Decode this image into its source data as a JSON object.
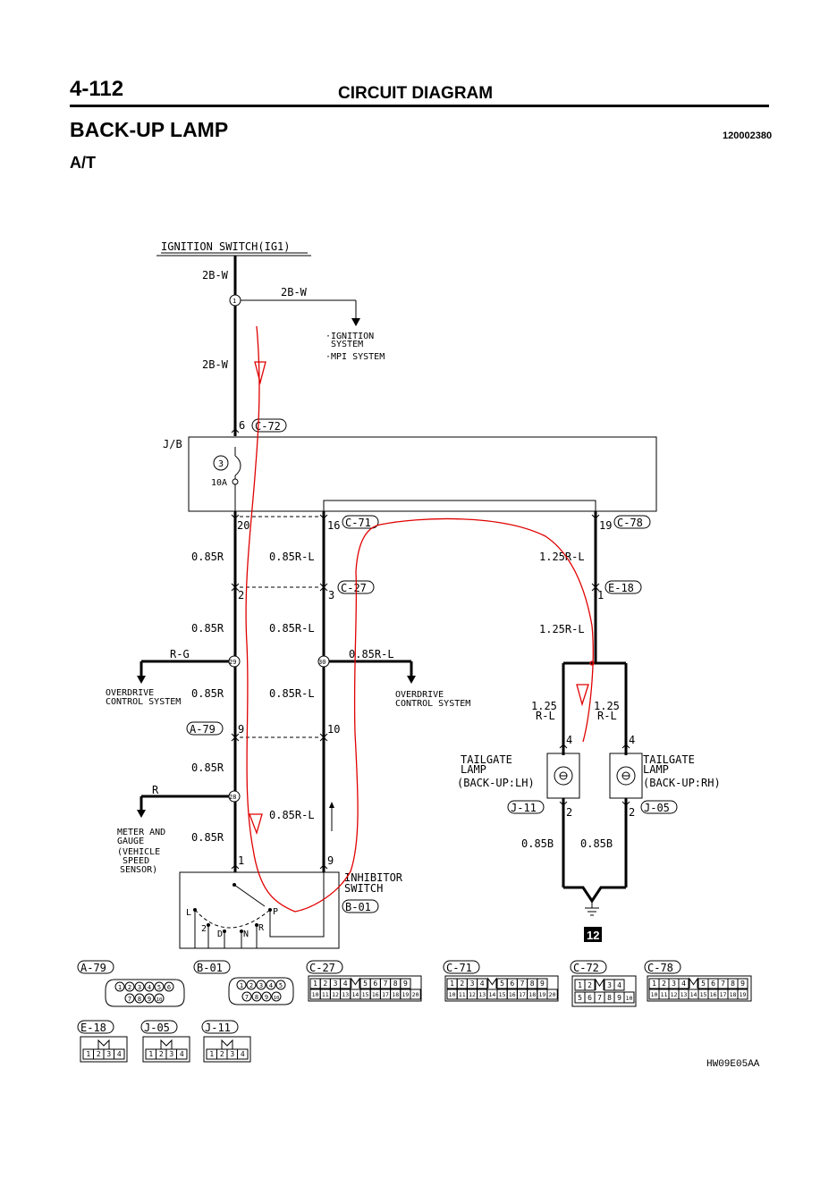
{
  "header": {
    "page_number": "4-112",
    "title": "CIRCUIT DIAGRAM",
    "section": "BACK-UP LAMP",
    "document_number": "120002380",
    "subtitle": "A/T"
  },
  "footer": {
    "code": "HW09E05AA"
  },
  "source": {
    "label": "IGNITION SWITCH(IG1)"
  },
  "wires": {
    "w2bw": "2B-W",
    "w085r": "0.85R",
    "w085rl": "0.85R-L",
    "w125rl": "1.25R-L",
    "w125": "1.25",
    "rl": "R-L",
    "rg": "R-G",
    "r": "R",
    "w085b": "0.85B"
  },
  "branches": {
    "ignition": "·IGNITION",
    "system": "SYSTEM",
    "mpi": "·MPI SYSTEM",
    "overdrive": "OVERDRIVE",
    "control": "CONTROL SYSTEM",
    "meter": "METER AND",
    "gauge": "GAUGE",
    "vehicle": "(VEHICLE",
    "speed": "SPEED",
    "sensor": "SENSOR)"
  },
  "junction_block": {
    "label": "J/B",
    "fuse_number": "3",
    "fuse_rating": "10A"
  },
  "connectors": {
    "c72": "C-72",
    "c71": "C-71",
    "c78": "C-78",
    "c27": "C-27",
    "e18": "E-18",
    "a79": "A-79",
    "b01": "B-01",
    "j11": "J-11",
    "j05": "J-05"
  },
  "pins": {
    "p1": "1",
    "p2": "2",
    "p3": "3",
    "p4": "4",
    "p6": "6",
    "p9": "9",
    "p10": "10",
    "p16": "16",
    "p19": "19",
    "p20": "20",
    "p28": "28",
    "p29": "29",
    "p30": "30"
  },
  "components": {
    "inhibitor_1": "INHIBITOR",
    "inhibitor_2": "SWITCH",
    "tailgate": "TAILGATE",
    "lamp": "LAMP",
    "lamp_lh": "(BACK-UP:LH)",
    "lamp_rh": "(BACK-UP:RH)",
    "ground": "12"
  },
  "switch_positions": {
    "l": "L",
    "two": "2",
    "d": "D",
    "n": "N",
    "r": "R",
    "p": "P"
  },
  "connector_faces": {
    "a79_top": [
      "1",
      "2",
      "3",
      "4",
      "5",
      "6"
    ],
    "a79_bottom": [
      "7",
      "8",
      "9",
      "10"
    ],
    "b01_top": [
      "1",
      "2",
      "3",
      "4",
      "5"
    ],
    "b01_bottom": [
      "7",
      "8",
      "9",
      "10"
    ],
    "c27_top": [
      "1",
      "2",
      "3",
      "4",
      "",
      "5",
      "6",
      "7",
      "8",
      "9"
    ],
    "c27_bottom": [
      "10",
      "11",
      "12",
      "13",
      "14",
      "15",
      "16",
      "17",
      "18",
      "19",
      "20"
    ],
    "c71_top": [
      "1",
      "2",
      "3",
      "4",
      "",
      "5",
      "6",
      "7",
      "8",
      "9"
    ],
    "c71_bottom": [
      "10",
      "11",
      "12",
      "13",
      "14",
      "15",
      "16",
      "17",
      "18",
      "19",
      "20"
    ],
    "c72_top": [
      "1",
      "2",
      "",
      "3",
      "4"
    ],
    "c72_bottom": [
      "5",
      "6",
      "7",
      "8",
      "9",
      "10"
    ],
    "c78_top": [
      "1",
      "2",
      "3",
      "4",
      "",
      "5",
      "6",
      "7",
      "8",
      "9"
    ],
    "c78_bottom": [
      "10",
      "11",
      "12",
      "13",
      "14",
      "15",
      "16",
      "17",
      "18",
      "19"
    ],
    "four_pin": [
      "1",
      "2",
      "3",
      "4"
    ]
  }
}
